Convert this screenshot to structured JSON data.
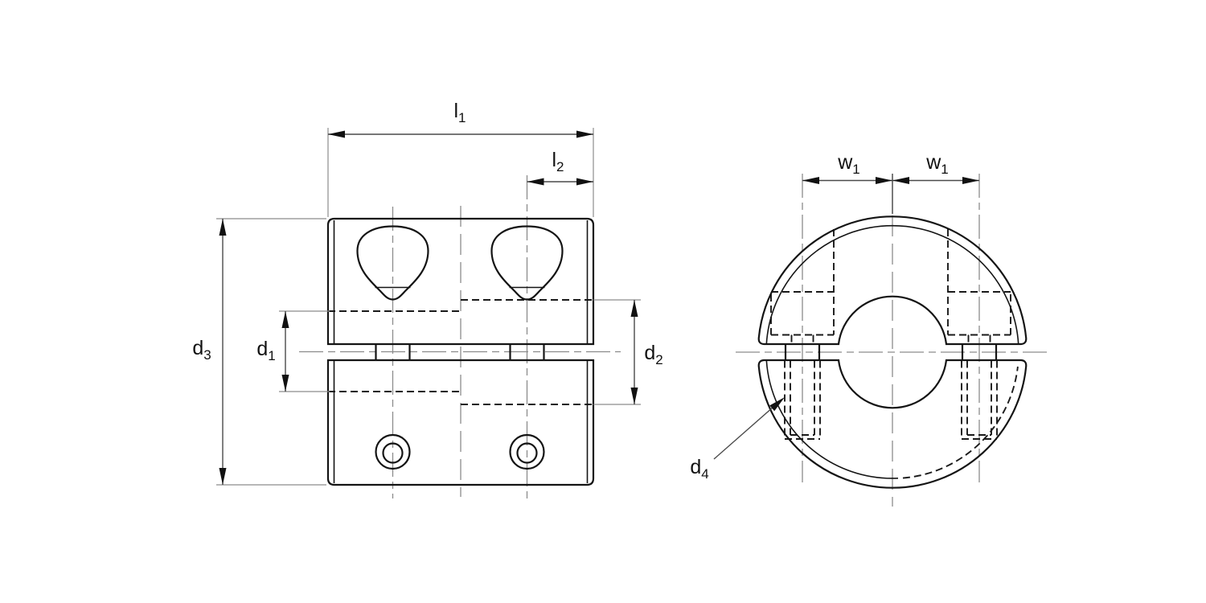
{
  "drawing": {
    "type": "technical-drawing",
    "background": "#ffffff",
    "colors": {
      "outline": "#141414",
      "hidden_line": "#1a1a1a",
      "centerline": "#8c8c8c",
      "dimension_line": "#4a4a4a",
      "text": "#111111"
    },
    "dimensions": {
      "l1": {
        "base": "l",
        "sub": "1"
      },
      "l2": {
        "base": "l",
        "sub": "2"
      },
      "d1": {
        "base": "d",
        "sub": "1"
      },
      "d2": {
        "base": "d",
        "sub": "2"
      },
      "d3": {
        "base": "d",
        "sub": "3"
      },
      "d4": {
        "base": "d",
        "sub": "4"
      },
      "w1a": {
        "base": "w",
        "sub": "1"
      },
      "w1b": {
        "base": "w",
        "sub": "1"
      }
    }
  }
}
